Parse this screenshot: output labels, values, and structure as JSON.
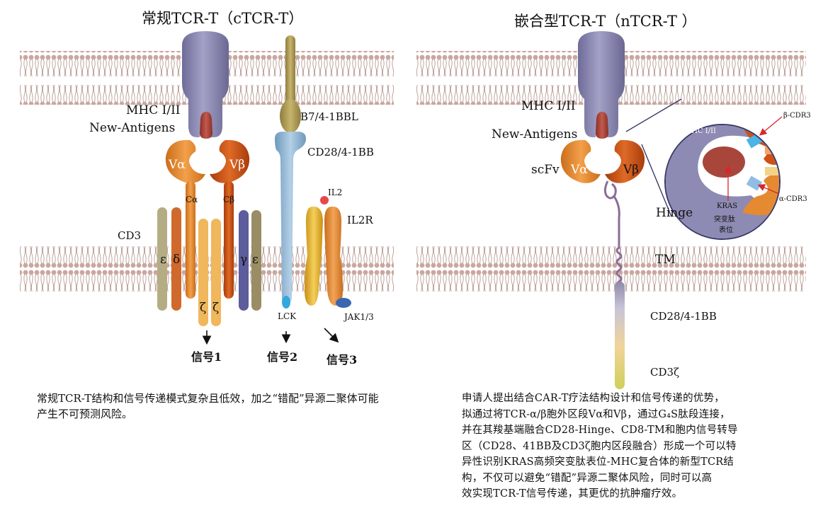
{
  "left_panel": {
    "title": "常规TCR-T（cTCR-T）",
    "labels": {
      "mhc": "MHC I/II",
      "new_antigens": "New-Antigens",
      "v_alpha": "Vα",
      "v_beta": "Vβ",
      "c_alpha": "Cα",
      "c_beta": "Cβ",
      "cd3": "CD3",
      "epsilon": "ε",
      "delta": "δ",
      "gamma": "γ",
      "zeta": "ζ",
      "b7": "B7/4-1BBL",
      "cd28": "CD28/4-1BB",
      "il2": "IL2",
      "il2r": "IL2R",
      "lck": "LCK",
      "jak": "JAK1/3"
    },
    "signals": [
      "信号1",
      "信号2",
      "信号3"
    ],
    "caption": "常规TCR-T结构和信号传递模式复杂且低效，加之“错配”异源二聚体可能产生不可预测风险。"
  },
  "right_panel": {
    "title": "嵌合型TCR-T（nTCR-T ）",
    "labels": {
      "mhc": "MHC I/II",
      "new_antigens": "New-Antigens",
      "scfv": "scFv",
      "v_alpha": "Vα",
      "v_beta": "Vβ",
      "hinge": "Hinge",
      "tm": "TM",
      "cd28": "CD28/4-1BB",
      "cd3z": "CD3ζ"
    },
    "inset": {
      "mhc": "MHC I/II",
      "kras_lines": [
        "KRAS",
        "突变肽",
        "表位"
      ],
      "beta_cdr3": "β-CDR3",
      "alpha_cdr3": "α-CDR3"
    },
    "description_lines": [
      "申请人提出结合CAR-T疗法结构设计和信号传递的优势，",
      "拟通过将TCR-α/β胞外区段Vα和Vβ，通过G₄S肽段连接，",
      "并在其羧基端融合CD28-Hinge、CD8-TM和胞内信号转导",
      "区（CD28、41BB及CD3ζ胞内区段融合）形成一个可以特",
      "异性识别KRAS高频突变肽表位-MHC复合体的新型TCR结",
      "构，不仅可以避免“错配”异源二聚体风险，同时可以高",
      "效实现TCR-T信号传递，其更优的抗肿瘤疗效。"
    ]
  },
  "colors": {
    "membrane_head": "#c6a49c",
    "mhc": "#8d8bb3",
    "peptide": "#a0413a",
    "v_alpha": "#e58a30",
    "v_beta": "#cf5214",
    "stalk_blue": "#8fb5d3",
    "lck": "#34a7dc",
    "jak": "#3a68b0",
    "il2": "#e54a4a",
    "il2r": "#e9b73a",
    "arrow_red": "#d9262c"
  }
}
